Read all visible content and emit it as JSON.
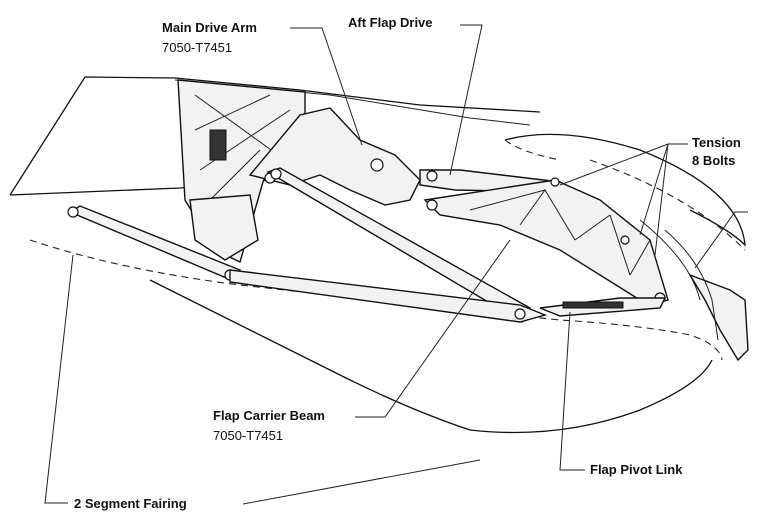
{
  "labels": {
    "main_drive_arm": "Main Drive Arm",
    "main_drive_arm_material": "7050-T7451",
    "aft_flap_drive": "Aft Flap Drive",
    "tension_line1": "Tension",
    "tension_line2": "8 Bolts",
    "flap_carrier_beam": "Flap Carrier Beam",
    "flap_carrier_beam_material": "7050-T7451",
    "flap_pivot_link": "Flap Pivot Link",
    "two_segment_fairing": "2 Segment Fairing"
  },
  "colors": {
    "ink": "#111111",
    "background": "#ffffff"
  }
}
